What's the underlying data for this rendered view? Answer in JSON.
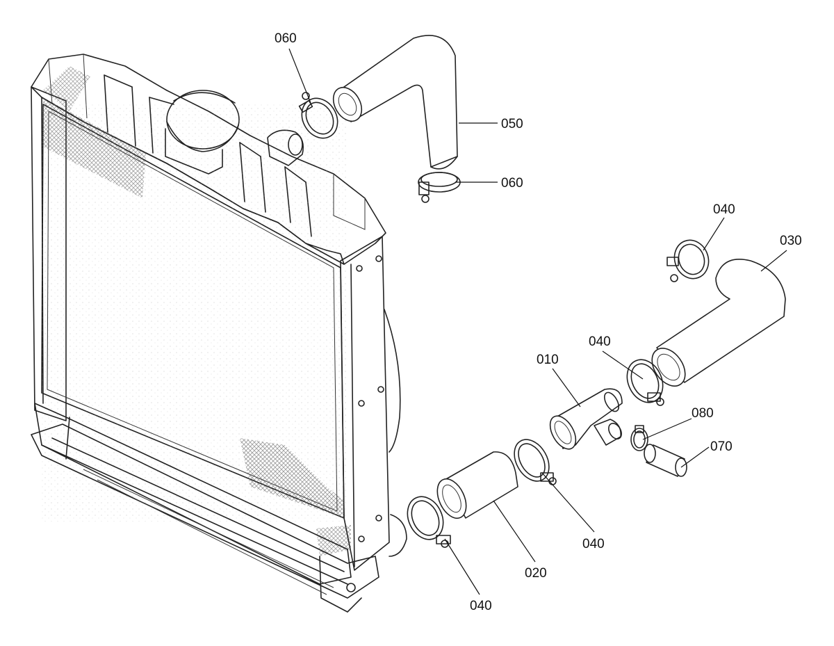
{
  "labels": {
    "l010": "010",
    "l020": "020",
    "l030": "030",
    "l040_top": "040",
    "l040_mid": "040",
    "l040_lower_right": "040",
    "l040_bottom": "040",
    "l050": "050",
    "l060_top": "060",
    "l060_right": "060",
    "l070": "070",
    "l080": "080"
  }
}
